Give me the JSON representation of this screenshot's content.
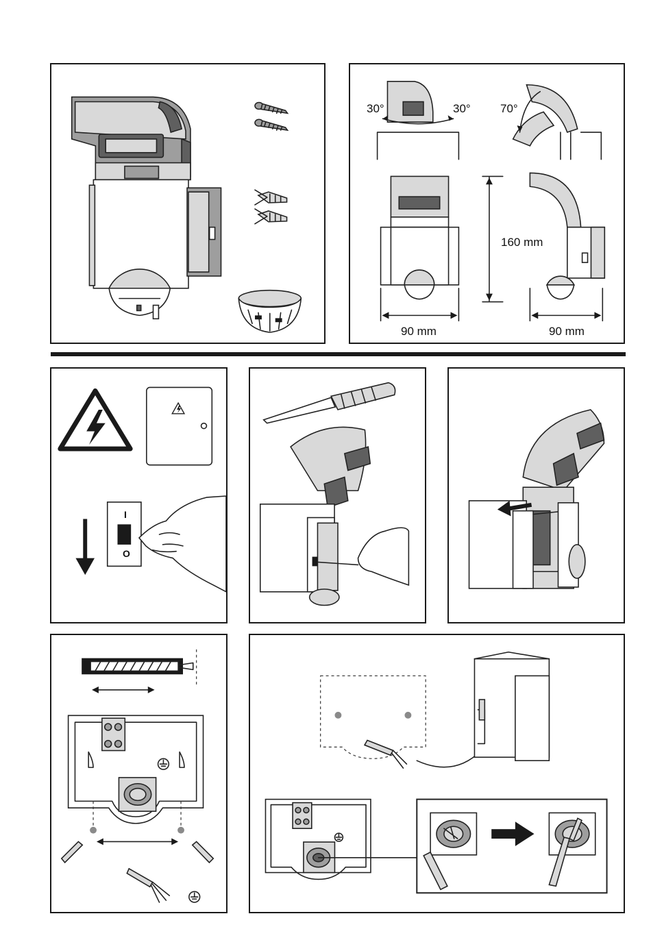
{
  "dimensions": {
    "swivel_left": "30°",
    "swivel_right": "30°",
    "tilt": "70°",
    "height": "160 mm",
    "width_front": "90 mm",
    "width_side": "90 mm"
  },
  "switch": {
    "on_symbol": "I",
    "off_symbol": "O"
  },
  "fusebox": {
    "symbol": "⏻"
  },
  "icons": {
    "warning": "high-voltage-warning-icon",
    "earth": "earth-ground-icon",
    "arrow": "black-arrow-icon"
  },
  "colors": {
    "outline": "#1a1a1a",
    "light_gray": "#d9d9d9",
    "mid_gray": "#9e9e9e",
    "dark_gray": "#5f5f5f",
    "drill_mark": "#8a8a8a"
  }
}
